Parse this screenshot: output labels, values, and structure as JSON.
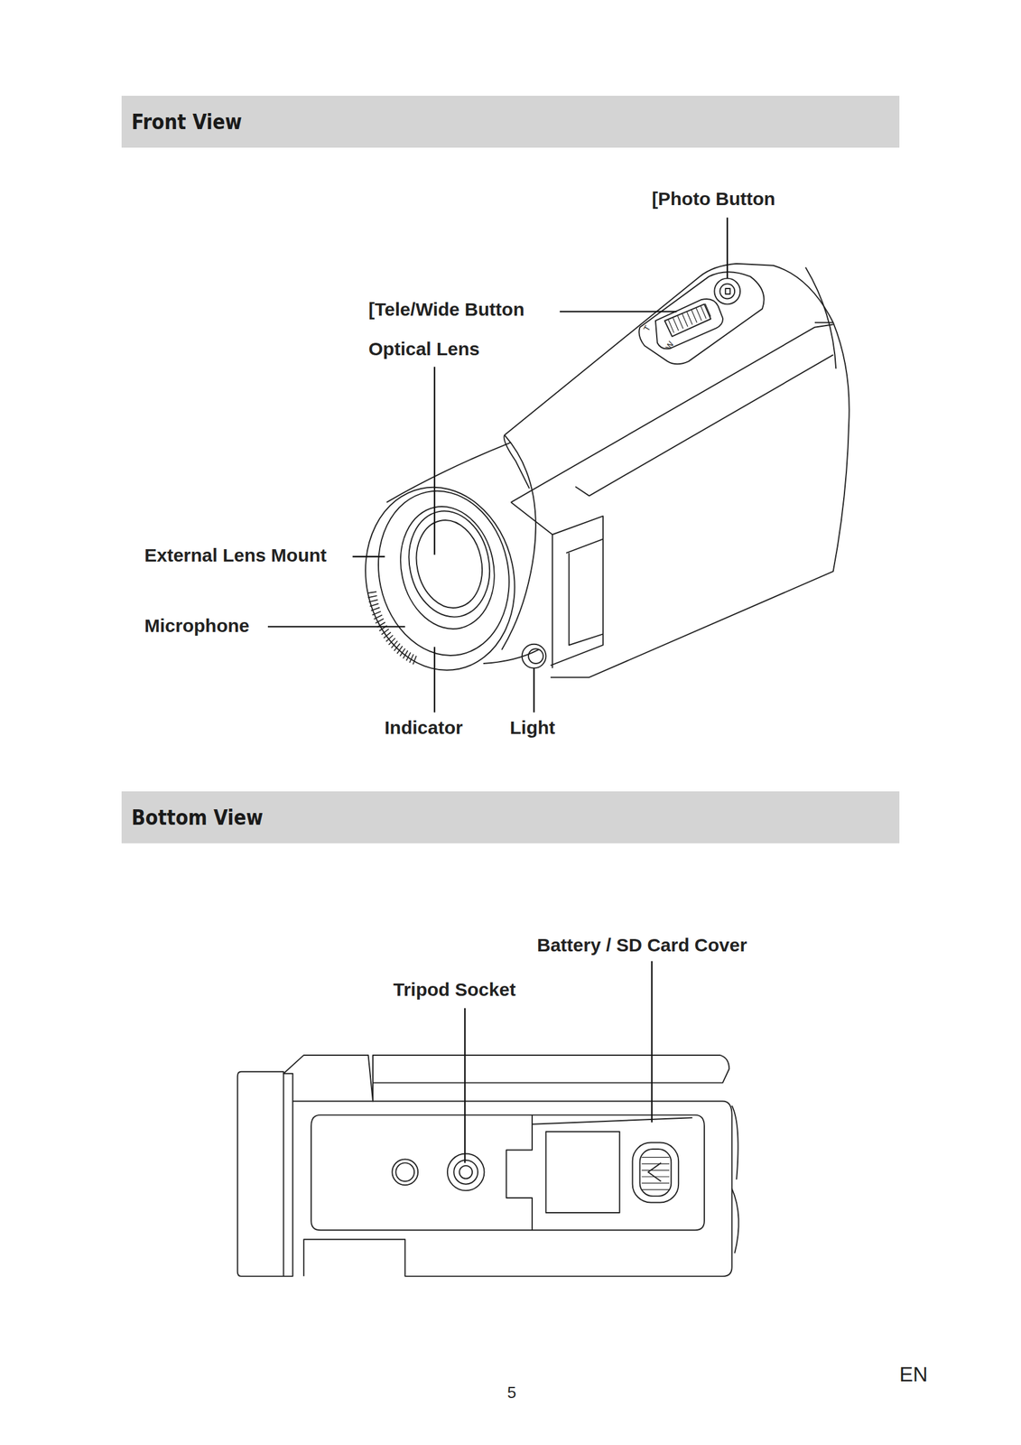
{
  "diagram": {
    "nodes": [
      {
        "text": [
          "Front View"
        ]
      },
      {
        "text": [
          "Bottom View"
        ]
      }
    ],
    "labels": [
      "[Photo Button",
      "[Tele/Wide Button",
      "Optical Lens",
      "External Lens Mount",
      "Microphone",
      "Indicator",
      "Light",
      "Battery / SD Card Cover",
      "Tripod Socket",
      "5",
      "EN"
    ]
  }
}
